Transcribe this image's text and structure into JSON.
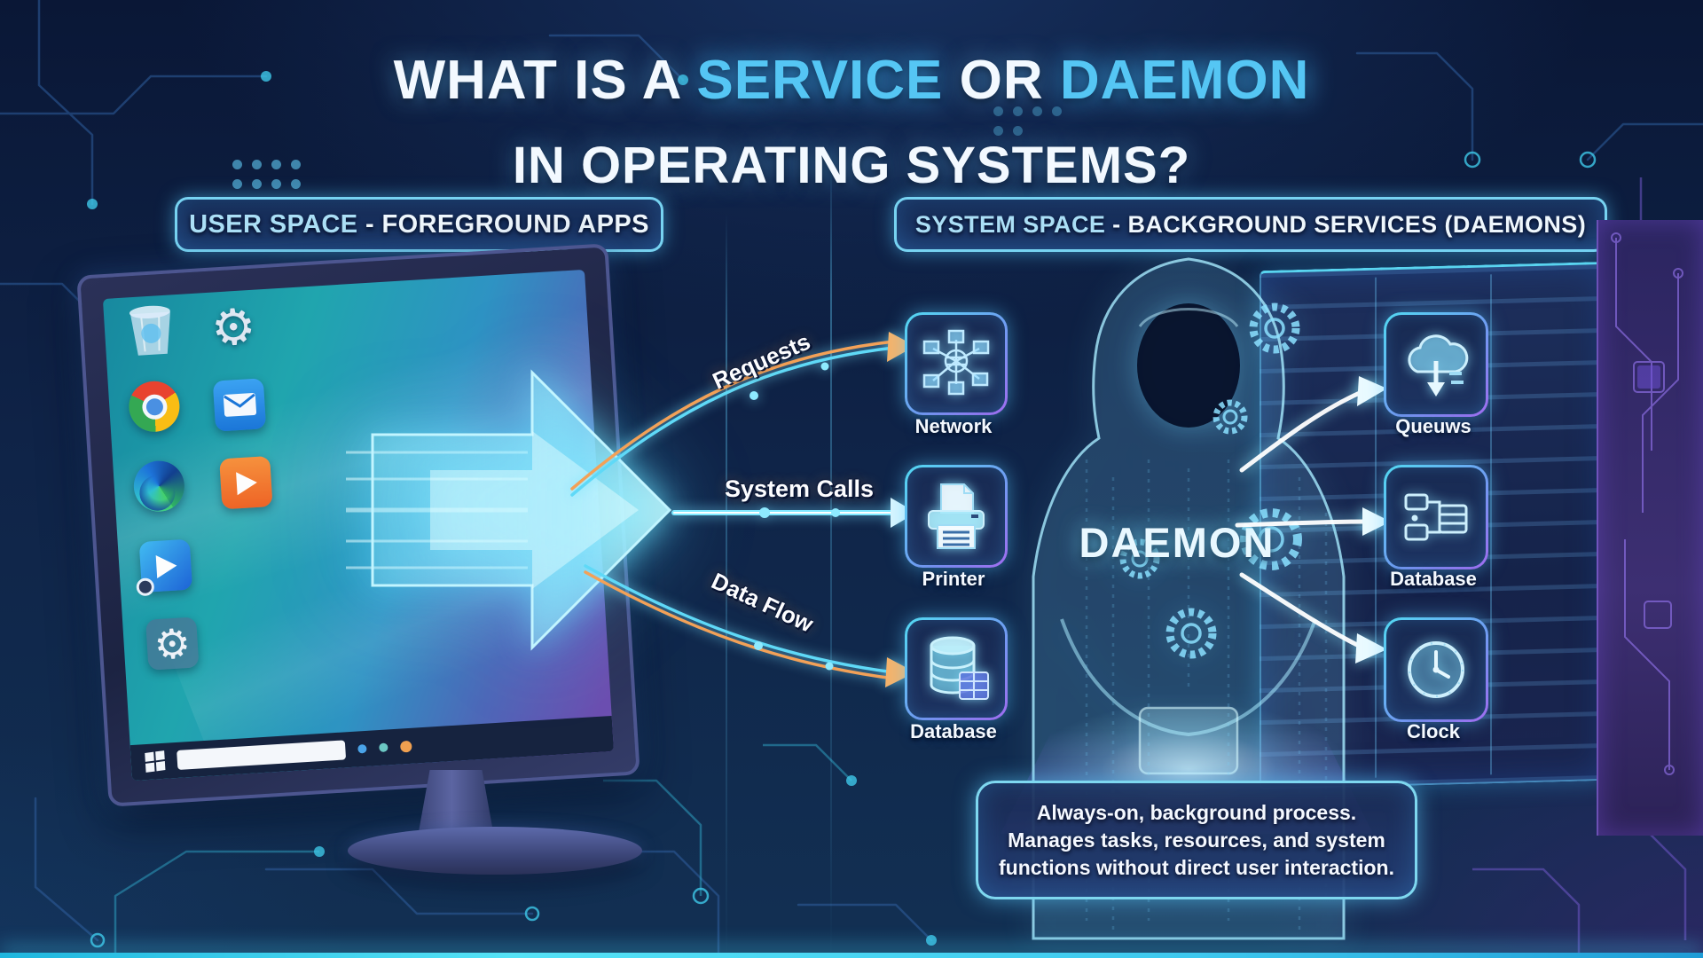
{
  "title": {
    "line1_prefix": "WHAT IS A ",
    "line1_accent1": "SERVICE",
    "line1_middle": " OR ",
    "line1_accent2": "DAEMON",
    "line2": "IN OPERATING SYSTEMS?"
  },
  "sections": {
    "user_space": {
      "accent": "USER SPACE",
      "rest": " - FOREGROUND APPS"
    },
    "system_space": {
      "accent": "SYSTEM SPACE",
      "rest": " - BACKGROUND SERVICES (DAEMONS)"
    }
  },
  "desktop": {
    "icons": [
      "recycle-bin",
      "gear",
      "chrome",
      "mail",
      "edge",
      "video-player",
      "media-player",
      "settings"
    ]
  },
  "flows": {
    "requests": "Requests",
    "system_calls": "System Calls",
    "data_flow": "Data Flow"
  },
  "services_left": [
    {
      "icon": "network-icon",
      "label": "Network"
    },
    {
      "icon": "printer-icon",
      "label": "Printer"
    },
    {
      "icon": "database-icon",
      "label": "Database"
    }
  ],
  "daemon": {
    "label": "DAEMON"
  },
  "services_right": [
    {
      "icon": "cloud-queue-icon",
      "label": "Queuws"
    },
    {
      "icon": "database-flow-icon",
      "label": "Database"
    },
    {
      "icon": "clock-icon",
      "label": "Clock"
    }
  ],
  "description": {
    "line1": "Always-on, background process.",
    "line2": "Manages tasks, resources, and system",
    "line3": "functions without direct user interaction."
  },
  "icon_glyphs": {
    "gear": "⚙",
    "recycle": "♻"
  },
  "colors": {
    "accent_cyan": "#55c6f4",
    "accent_orange": "#f2a45c",
    "accent_purple": "#8a63e8",
    "background_navy": "#0f2347",
    "glow_cyan": "#7fe7ff"
  }
}
